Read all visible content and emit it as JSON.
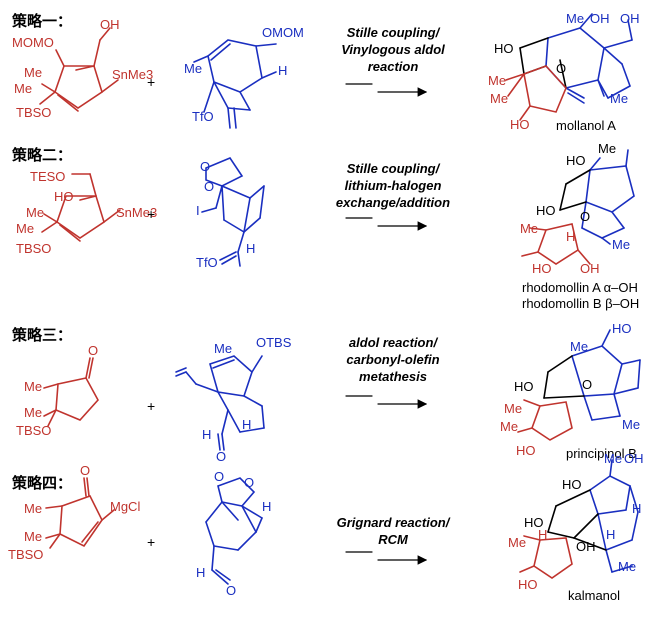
{
  "strategies": [
    {
      "title": "策略一：",
      "conditions": [
        "Stille coupling/",
        "Vinylogous aldol",
        "reaction"
      ],
      "product": "mollanol A",
      "frag1": [
        "MOMO",
        "OH",
        "Me",
        "SnMe3",
        "Me",
        "TBSO"
      ],
      "frag2": [
        "OMOM",
        "Me",
        "H",
        "TfO"
      ],
      "prod_labels": [
        "Me",
        "OH",
        "OH",
        "HO",
        "O",
        "Me",
        "Me",
        "Me",
        "HO"
      ]
    },
    {
      "title": "策略二：",
      "conditions": [
        "Stille coupling/",
        "lithium-halogen",
        "exchange/addition"
      ],
      "product": "rhodomollin A α–OH",
      "product2": "rhodomollin B β–OH",
      "frag1": [
        "TESO",
        "HO",
        "SnMe3",
        "Me",
        "Me",
        "TBSO"
      ],
      "frag2": [
        "O",
        "O",
        "I",
        "H",
        "TfO"
      ],
      "prod_labels": [
        "Me",
        "HO",
        "HO",
        "O",
        "Me",
        "H",
        "Me",
        "HO",
        "OH"
      ]
    },
    {
      "title": "策略三：",
      "conditions": [
        "aldol reaction/",
        "carbonyl-olefin",
        "metathesis"
      ],
      "product": "principinol B",
      "frag1": [
        "O",
        "Me",
        "Me",
        "TBSO"
      ],
      "frag2": [
        "OTBS",
        "Me",
        "H",
        "O"
      ],
      "prod_labels": [
        "HO",
        "Me",
        "HO",
        "O",
        "Me",
        "Me",
        "Me",
        "HO"
      ]
    },
    {
      "title": "策略四：",
      "conditions": [
        "Grignard reaction/",
        "RCM"
      ],
      "product": "kalmanol",
      "frag1": [
        "O",
        "MgCl",
        "Me",
        "Me",
        "TBSO"
      ],
      "frag2": [
        "O",
        "O",
        "H",
        "H",
        "O"
      ],
      "prod_labels": [
        "Me",
        "OH",
        "HO",
        "H",
        "HO",
        "H",
        "Me",
        "H",
        "OH",
        "Me",
        "HO"
      ]
    }
  ],
  "plus_sign": "+",
  "colors": {
    "fragment_a": "#c0342e",
    "fragment_b": "#1a2fc0",
    "text": "#000000"
  }
}
